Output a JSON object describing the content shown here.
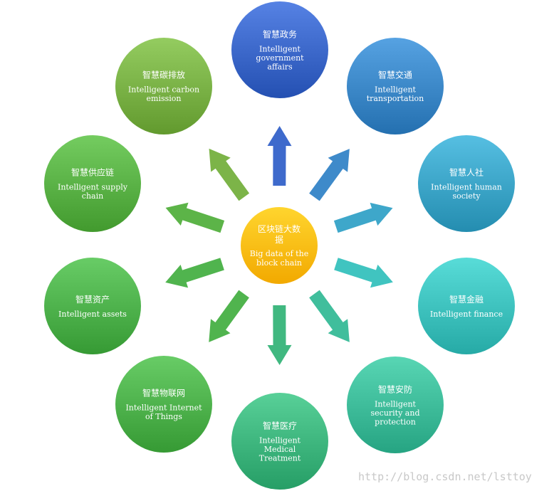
{
  "center": {
    "zh_lines": [
      "区块链大数",
      "据"
    ],
    "en_lines": [
      "Big data of the",
      "block chain"
    ]
  },
  "nodes": [
    {
      "id": "government",
      "zh": "智慧政务",
      "en_lines": [
        "Intelligent",
        "government",
        "affairs"
      ]
    },
    {
      "id": "transportation",
      "zh": "智慧交通",
      "en_lines": [
        "Intelligent",
        "transportation"
      ]
    },
    {
      "id": "human-society",
      "zh": "智慧人社",
      "en_lines": [
        "Intelligent human",
        "society"
      ]
    },
    {
      "id": "finance",
      "zh": "智慧金融",
      "en_lines": [
        "Intelligent finance"
      ]
    },
    {
      "id": "security",
      "zh": "智慧安防",
      "en_lines": [
        "Intelligent",
        "security and",
        "protection"
      ]
    },
    {
      "id": "medical",
      "zh": "智慧医疗",
      "en_lines": [
        "Intelligent",
        "Medical",
        "Treatment"
      ]
    },
    {
      "id": "iot",
      "zh": "智慧物联网",
      "en_lines": [
        "Intelligent Internet",
        "of Things"
      ]
    },
    {
      "id": "assets",
      "zh": "智慧资产",
      "en_lines": [
        "Intelligent assets"
      ]
    },
    {
      "id": "supply-chain",
      "zh": "智慧供应链",
      "en_lines": [
        "Intelligent supply",
        "chain"
      ]
    },
    {
      "id": "carbon",
      "zh": "智慧碳排放",
      "en_lines": [
        "Intelligent carbon",
        "emission"
      ]
    }
  ],
  "watermark": "http://blog.csdn.net/lsttoy",
  "colors": {
    "center": "#f7b500",
    "government": "#3a66c8",
    "transportation": "#3a86c6",
    "human-society": "#3aa3c6",
    "finance": "#3cc0bc",
    "security": "#3cba98",
    "medical": "#3cb47c",
    "iot": "#4cb04a",
    "assets": "#4cb04a",
    "supply-chain": "#58b044",
    "carbon": "#78b044"
  }
}
